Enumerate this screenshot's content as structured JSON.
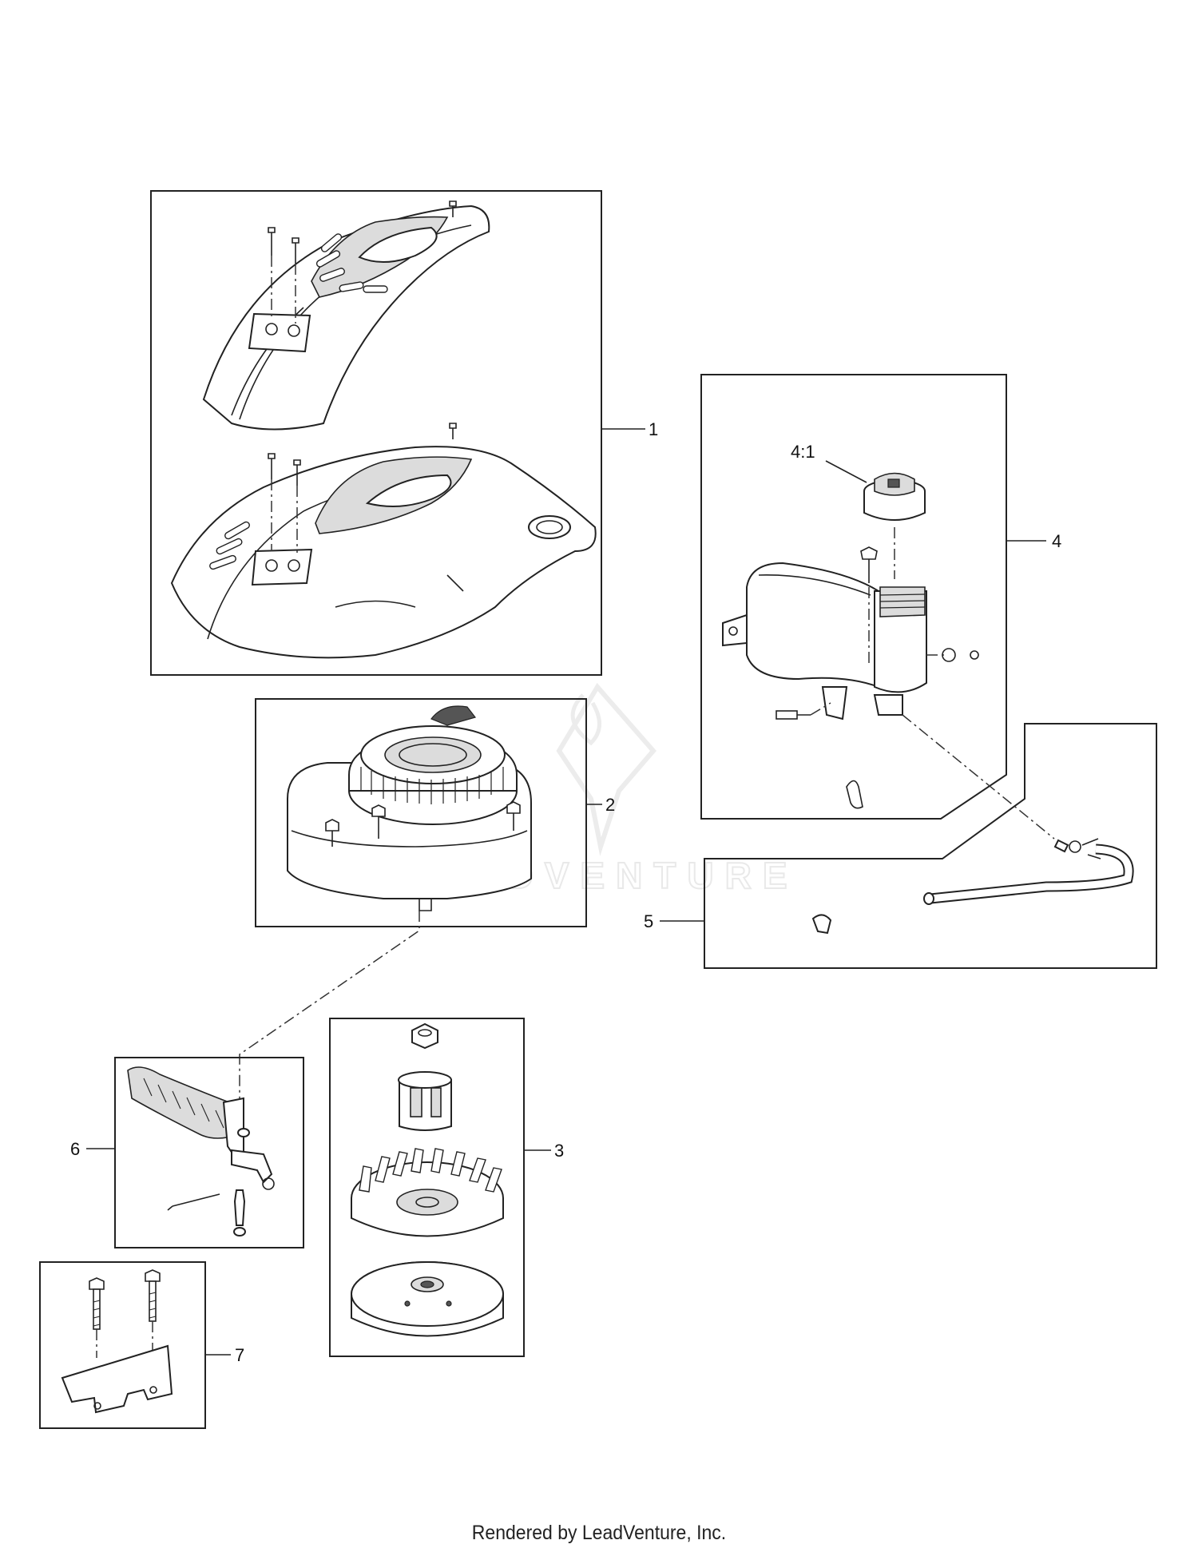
{
  "callouts": {
    "c1": "1",
    "c2": "2",
    "c3": "3",
    "c4": "4",
    "c4_1": "4:1",
    "c5": "5",
    "c6": "6",
    "c7": "7"
  },
  "watermark": "LEADVENTURE",
  "footer": "Rendered by LeadVenture, Inc."
}
